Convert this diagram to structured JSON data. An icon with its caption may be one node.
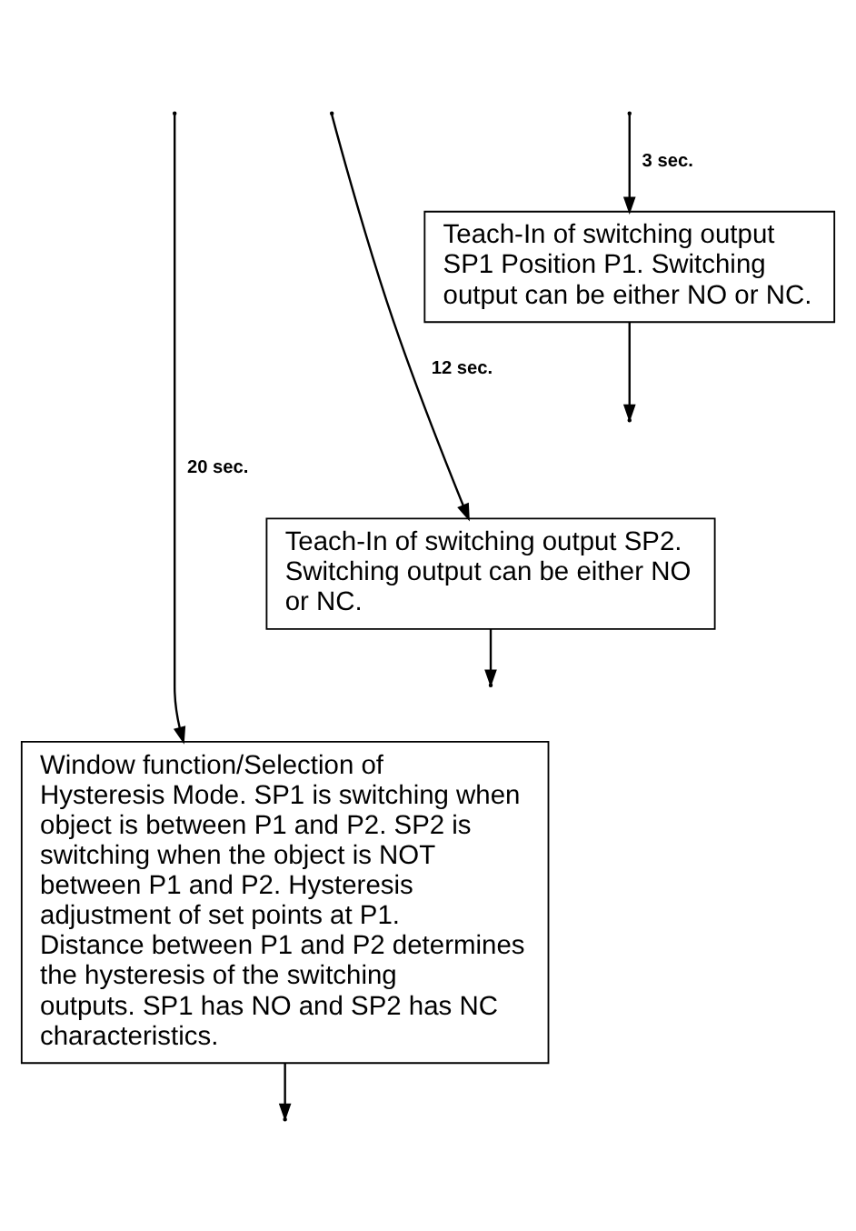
{
  "diagram": {
    "nodes": [
      {
        "text": [
          "Teach-In of switching output SP1 Position P1. Switching output can be either NO or NC."
        ]
      },
      {
        "text": [
          "Teach-In of switching output SP2. Switching output can be either NO or NC."
        ]
      },
      {
        "text": [
          "Window function/Selection of Hysteresis Mode. SP1 is switching when object is between P1 and P2. SP2 is switching when the object is NOT between P1 and P2. Hysteresis adjustment of set points at P1. Distance between P1 and P2 determines the hysteresis of the switching outputs. SP1 has NO and SP2 has NC characteristics."
        ]
      }
    ],
    "edges": [
      {
        "from": null,
        "to": 0,
        "arrow": "to",
        "label": "3 sec."
      },
      {
        "from": null,
        "to": 1,
        "arrow": "to",
        "label": "12 sec."
      },
      {
        "from": null,
        "to": 2,
        "arrow": "to",
        "label": "20 sec."
      },
      {
        "from": 0,
        "to": null,
        "arrow": "to"
      },
      {
        "from": 1,
        "to": null,
        "arrow": "to"
      },
      {
        "from": 2,
        "to": null,
        "arrow": "to"
      }
    ]
  }
}
